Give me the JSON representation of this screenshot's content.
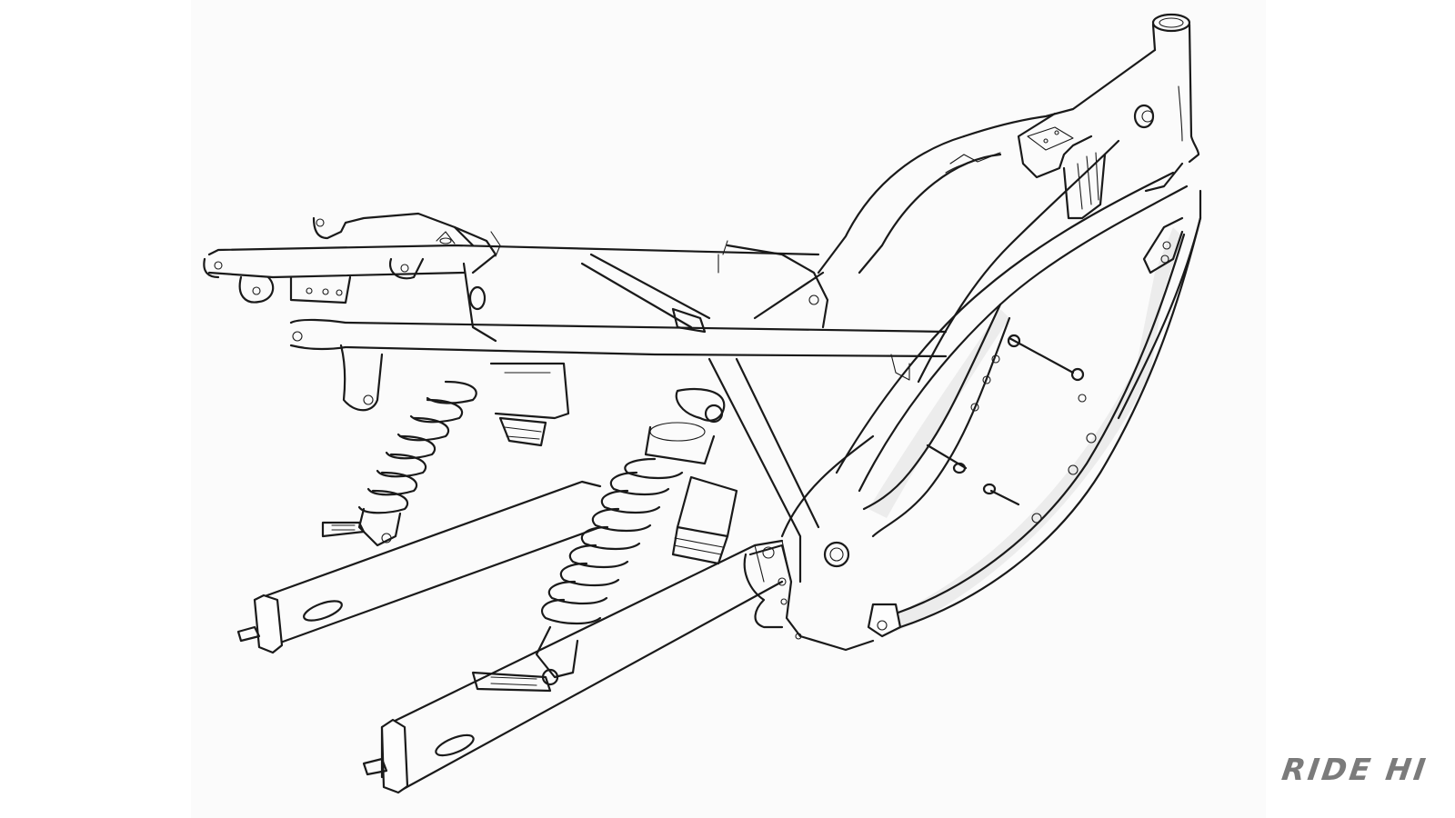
{
  "image": {
    "subject": "motorcycle-frame-line-drawing",
    "description": "Technical line illustration of a twin-shock motorcycle frame with swingarm, rear shocks, footpegs and steering head",
    "background_color": "#ffffff",
    "scan_area_color": "#fbfbfb",
    "line_color": "#1a1a1a"
  },
  "parts": {
    "steering_head": "steering-head",
    "backbone": "backbone-tube",
    "downtubes": "front-downtubes",
    "cradle": "lower-cradle",
    "rear_subframe": "rear-subframe",
    "shock_left": "rear-shock-left",
    "shock_right": "rear-shock-right",
    "swingarm": "swingarm",
    "footpegs": "footpegs",
    "axle_adjusters": "axle-adjusters"
  },
  "watermark": {
    "text": "RIDE HI",
    "color": "#7b7b7b"
  }
}
